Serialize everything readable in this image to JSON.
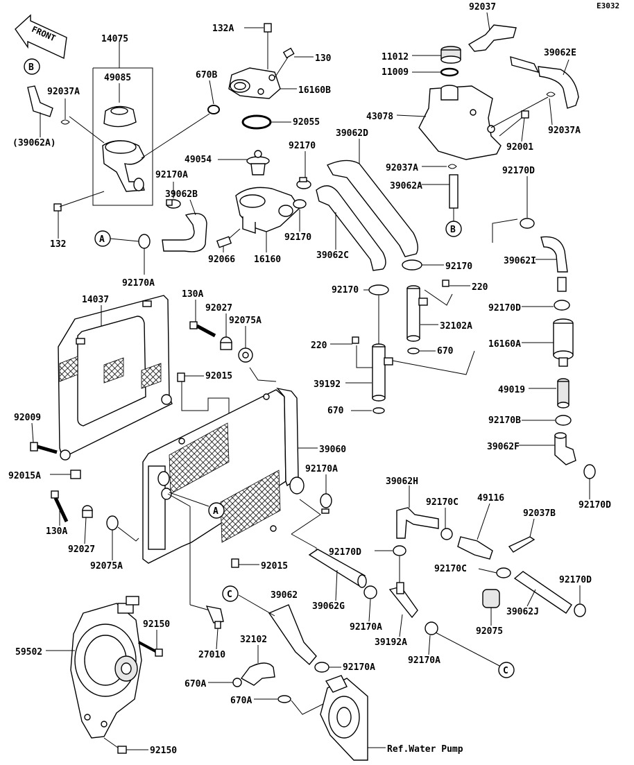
{
  "diagram_code": "E3032",
  "front_label": "FRONT",
  "ref_text": "Ref.Water Pump",
  "circle_refs": [
    "A",
    "A",
    "B",
    "B",
    "C",
    "C"
  ],
  "labels": {
    "p92037": "92037",
    "p132A": "132A",
    "p130": "130",
    "p16160B": "16160B",
    "p14075": "14075",
    "p49085": "49085",
    "p670B": "670B",
    "p92037A_1": "92037A",
    "p39062A_paren": "(39062A)",
    "p92170A_1": "92170A",
    "p132": "132",
    "p92055": "92055",
    "p49054": "49054",
    "p92170_1": "92170",
    "p39062B": "39062B",
    "p92066": "92066",
    "p16160": "16160",
    "p92170_2": "92170",
    "p92170A_2": "92170A",
    "p11012": "11012",
    "p11009": "11009",
    "p39062E": "39062E",
    "p43078": "43078",
    "p92037A_2": "92037A",
    "p92001": "92001",
    "p39062D": "39062D",
    "p92037A_3": "92037A",
    "p39062A": "39062A",
    "p39062C": "39062C",
    "p92170D_1": "92170D",
    "p39062I": "39062I",
    "p92170_3": "92170",
    "p220_1": "220",
    "p92170_4": "92170",
    "p32102A": "32102A",
    "p92170D_2": "92170D",
    "p16160A": "16160A",
    "p220_2": "220",
    "p670_1": "670",
    "p39192": "39192",
    "p670_2": "670",
    "p49019": "49019",
    "p92170B": "92170B",
    "p39062F": "39062F",
    "p92170D_3": "92170D",
    "p14037": "14037",
    "p130A_1": "130A",
    "p92027_1": "92027",
    "p92075A_1": "92075A",
    "p92015_1": "92015",
    "p92009": "92009",
    "p92015A": "92015A",
    "p39060": "39060",
    "p92170A_3": "92170A",
    "p130A_2": "130A",
    "p92027_2": "92027",
    "p92075A_2": "92075A",
    "p92015_2": "92015",
    "p39062H": "39062H",
    "p92170C_1": "92170C",
    "p49116": "49116",
    "p92037B": "92037B",
    "p92170D_4": "92170D",
    "p92170C_2": "92170C",
    "p92170D_5": "92170D",
    "p39062": "39062",
    "p39062G": "39062G",
    "p92170A_4": "92170A",
    "p39192A": "39192A",
    "p92170A_5": "92170A",
    "p39062J": "39062J",
    "p92075": "92075",
    "p92150_1": "92150",
    "p59502": "59502",
    "p27010": "27010",
    "p32102": "32102",
    "p92170A_6": "92170A",
    "p670A_1": "670A",
    "p670A_2": "670A",
    "p92150_2": "92150"
  }
}
